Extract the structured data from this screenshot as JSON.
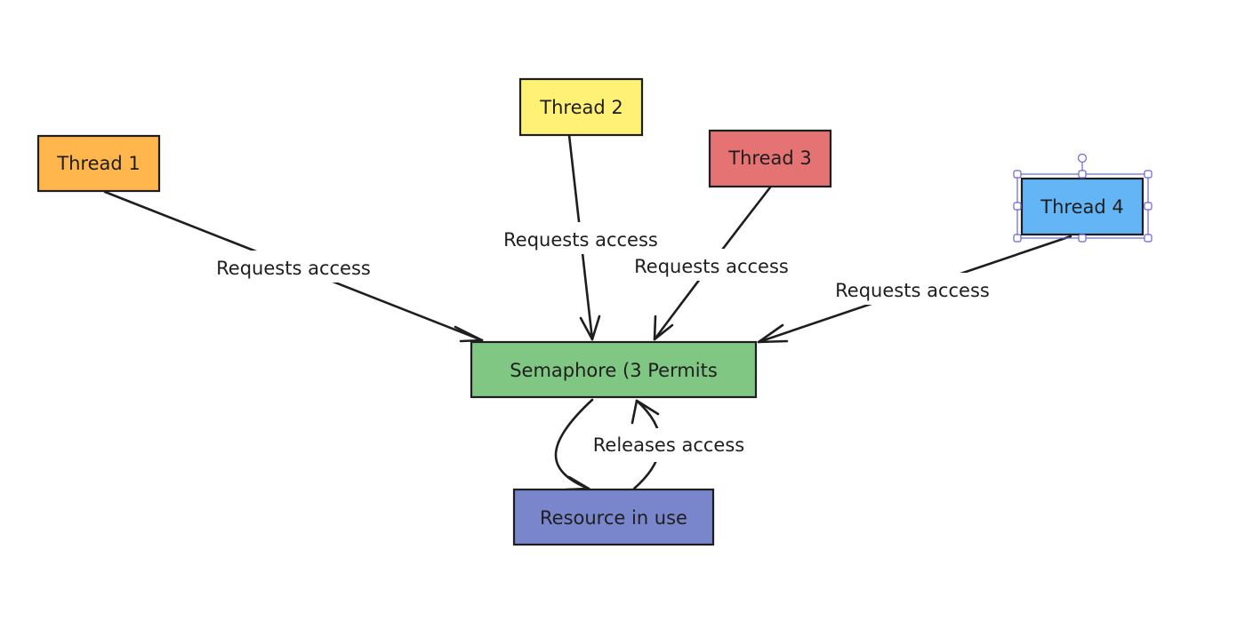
{
  "nodes": {
    "thread1": {
      "label": "Thread 1",
      "fill": "#ffb74d"
    },
    "thread2": {
      "label": "Thread 2",
      "fill": "#fff176"
    },
    "thread3": {
      "label": "Thread 3",
      "fill": "#e57373"
    },
    "thread4": {
      "label": "Thread 4",
      "fill": "#64b5f6",
      "selected": true
    },
    "semaphore": {
      "label": "Semaphore (3 Permits",
      "fill": "#81c784"
    },
    "resource": {
      "label": "Resource in use",
      "fill": "#7986cb"
    }
  },
  "edges": {
    "e1": {
      "label": "Requests access"
    },
    "e2": {
      "label": "Requests access"
    },
    "e3": {
      "label": "Requests access"
    },
    "e4": {
      "label": "Requests access"
    },
    "e5": {
      "label": ""
    },
    "e6": {
      "label": "Releases access"
    }
  },
  "colors": {
    "stroke": "#1e1e1e",
    "selection": "#6965db",
    "background": "#ffffff"
  }
}
